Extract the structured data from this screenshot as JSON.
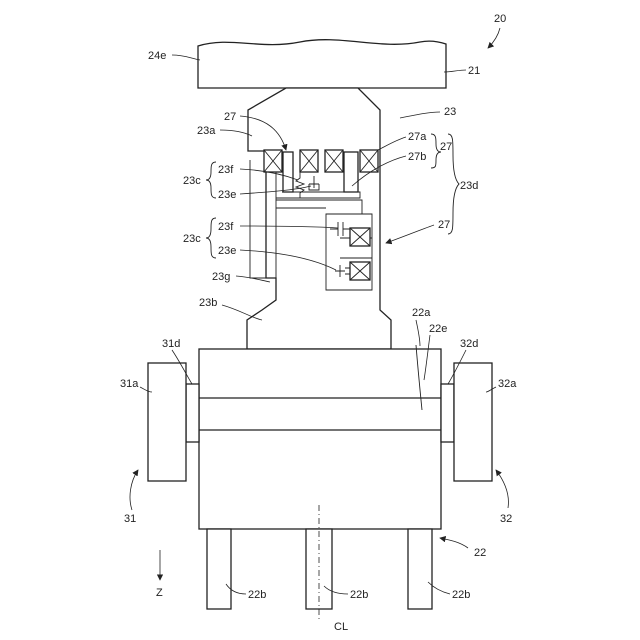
{
  "figure_number": "20",
  "labels": {
    "l24e": "24e",
    "l21": "21",
    "l23": "23",
    "l27top": "27",
    "l23a": "23a",
    "l27a": "27a",
    "l27b": "27b",
    "l27brace": "27",
    "l23d": "23d",
    "l23f_1": "23f",
    "l23c_1": "23c",
    "l23e_1": "23e",
    "l23f_2": "23f",
    "l23c_2": "23c",
    "l23e_2": "23e",
    "l27right": "27",
    "l23g": "23g",
    "l23b": "23b",
    "l22a": "22a",
    "l22e": "22e",
    "l31d": "31d",
    "l32d": "32d",
    "l31a": "31a",
    "l32a": "32a",
    "l31": "31",
    "l32": "32",
    "l22": "22",
    "l22b_1": "22b",
    "l22b_2": "22b",
    "l22b_3": "22b",
    "lZ": "Z",
    "lCL": "CL"
  }
}
